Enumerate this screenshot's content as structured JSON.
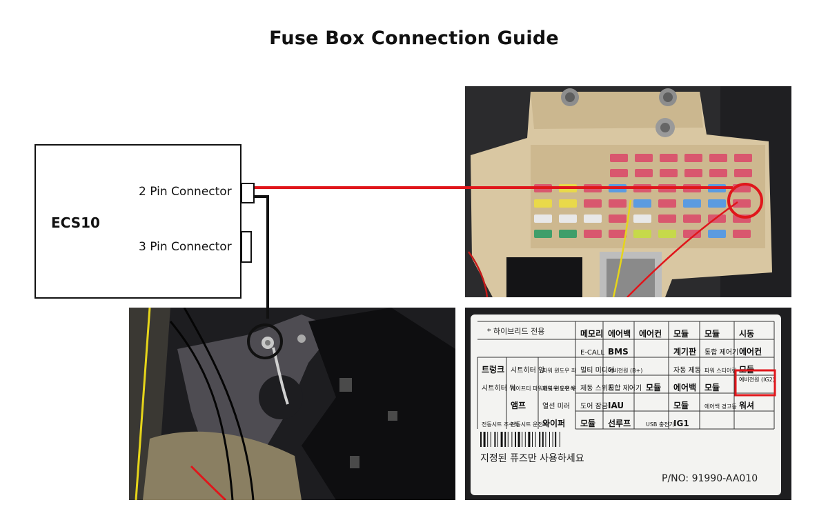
{
  "title": "Fuse Box Connection Guide",
  "device": {
    "name": "ECS10",
    "connector_2pin": "2 Pin Connector",
    "connector_3pin": "3 Pin Connector"
  },
  "colors": {
    "power_wire": "#e0161b",
    "ground_wire": "#111111",
    "highlight_circle": "#e0161b"
  },
  "fuse_label": {
    "hybrid_note": "* 하이브리드 전용",
    "part_number": "P/NO: 91990-AA010",
    "warning": "지정된 퓨즈만 사용하세요",
    "highlighted_fuse": "예비전원 (IG2)",
    "cells": [
      "메모리",
      "에어백",
      "에어컨",
      "모듈",
      "모듈",
      "시동",
      "E-CALL",
      "BMS",
      "계기판",
      "통합 제어기",
      "에어컨",
      "트렁크",
      "시트히터 앞",
      "파워 윈도우 좌",
      "멀티 미디어",
      "예비전원 (B+)",
      "자동 제동",
      "파워 스티어링",
      "모듈",
      "시트히터 뒤",
      "세이프티 파워윈도우 운전석",
      "파워 윈도우 우",
      "제동 스위치",
      "통합 제어기",
      "모듈",
      "에어백",
      "모듈",
      "앰프",
      "열선 미러",
      "도어 잠금",
      "IAU",
      "모듈",
      "에어백 경고등",
      "워셔",
      "전동시트 조수석",
      "전동시트 운전석",
      "와이퍼",
      "모듈",
      "선루프",
      "USB 충전기",
      "IG1"
    ]
  }
}
